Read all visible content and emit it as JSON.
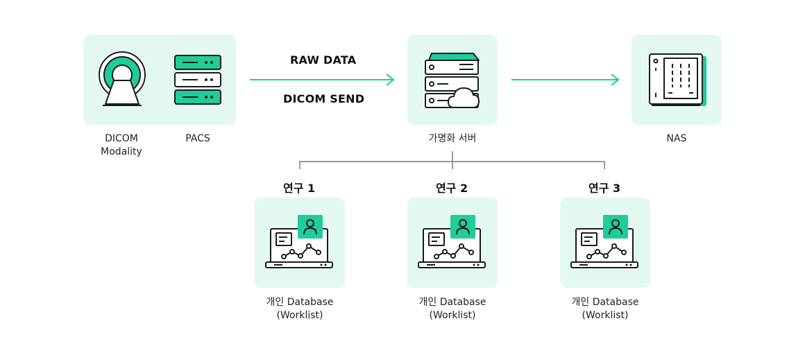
{
  "colors": {
    "accent": "#1fcc9a",
    "tile": "#e3f8f1",
    "stroke": "#1a1a1a",
    "connector": "#999999"
  },
  "source": {
    "modality_line1": "DICOM",
    "modality_line2": "Modality",
    "pacs": "PACS"
  },
  "flow": {
    "raw": "RAW DATA",
    "dicom_send": "DICOM SEND"
  },
  "server": {
    "label": "가명화 서버"
  },
  "nas": {
    "label": "NAS"
  },
  "studies": [
    {
      "title": "연구 1",
      "label_line1": "개인 Database",
      "label_line2": "(Worklist)"
    },
    {
      "title": "연구 2",
      "label_line1": "개인 Database",
      "label_line2": "(Worklist)"
    },
    {
      "title": "연구 3",
      "label_line1": "개인 Database",
      "label_line2": "(Worklist)"
    }
  ]
}
